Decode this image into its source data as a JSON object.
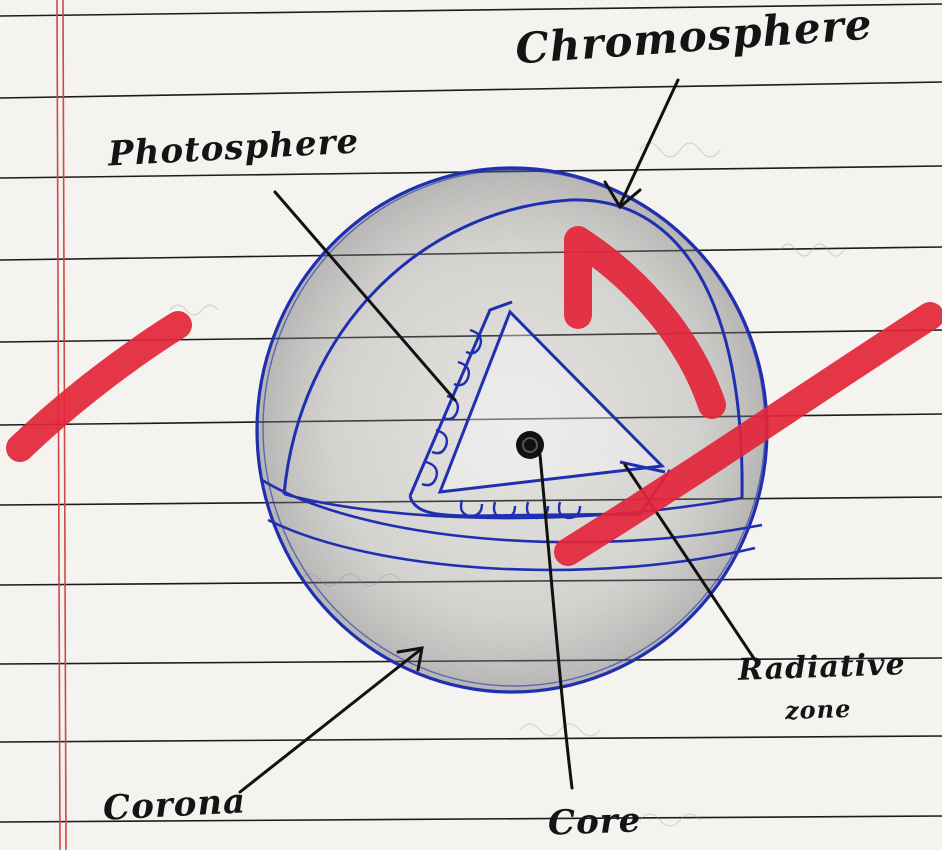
{
  "diagram": {
    "labels": {
      "chromosphere": "Chromosphere",
      "photosphere": "Photosphere",
      "radiative_line1": "Radiative",
      "radiative_line2": "zone",
      "corona": "Corona",
      "core": "Core"
    }
  },
  "colors": {
    "paper": "#f4f3ef",
    "ruled_line": "#1c1c1c",
    "margin_line": "#d04848",
    "drawing_ink": "#1f2fb0",
    "label_ink": "#141414",
    "marker": "#e3263a",
    "shading": "#6e6e6e"
  }
}
